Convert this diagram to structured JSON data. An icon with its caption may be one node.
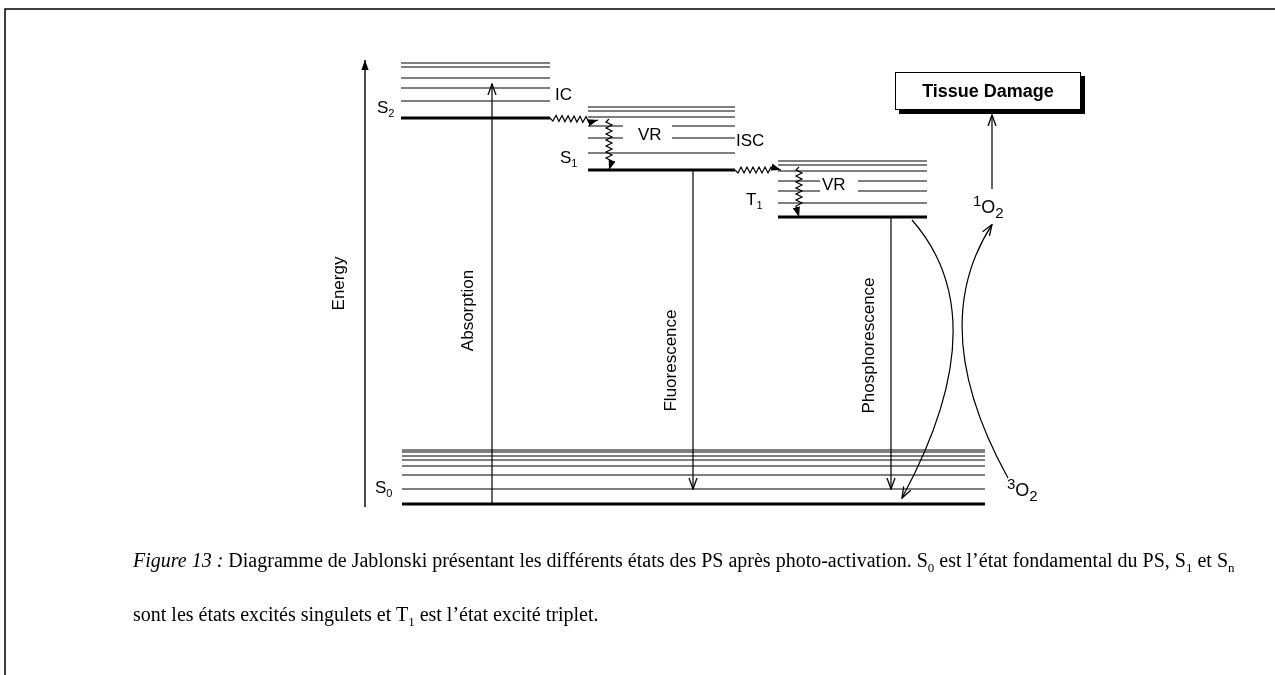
{
  "diagram": {
    "caption": "*Figure 13 :* Diagramme de Jablonski présentant les différents états des PS après photo-activation. S$_{0}$ est l’état fondamental du PS, S$_{1}$ et S$_{n}$ sont les états excités singulets et T$_{1}$ est l’état excité triplet.",
    "nodes": [
      {
        "text": [
          "S$_{2}$"
        ]
      },
      {
        "text": [
          "Tissue Damage"
        ]
      },
      {
        "text": [
          "S$_{1}$"
        ]
      },
      {
        "text": [
          "T$_{1}$"
        ]
      },
      {
        "text": [
          "$^{1}$O$_{2}$"
        ]
      },
      {
        "text": [
          "S$_{0}$"
        ]
      },
      {
        "text": [
          "$^{3}$O$_{2}$"
        ]
      }
    ],
    "edges": [
      {
        "from": 5,
        "to": 0,
        "arrow": "to",
        "label": "Absorption"
      },
      {
        "from": 0,
        "to": 2,
        "arrow": "to",
        "label": "IC"
      },
      {
        "from": null,
        "to": 2,
        "arrow": "to",
        "label": "VR"
      },
      {
        "from": 2,
        "to": 5,
        "arrow": "to",
        "label": "Fluorescence"
      },
      {
        "from": 2,
        "to": 3,
        "arrow": "to",
        "label": "ISC"
      },
      {
        "from": null,
        "to": 3,
        "arrow": "to",
        "label": "VR"
      },
      {
        "from": 3,
        "to": 5,
        "arrow": "to",
        "label": "Phosphorescence"
      },
      {
        "from": 3,
        "to": 5,
        "arrow": "to"
      },
      {
        "from": 6,
        "to": 4,
        "arrow": "to"
      },
      {
        "from": 4,
        "to": 1,
        "arrow": "to"
      }
    ],
    "labels": [
      "Energy"
    ]
  }
}
